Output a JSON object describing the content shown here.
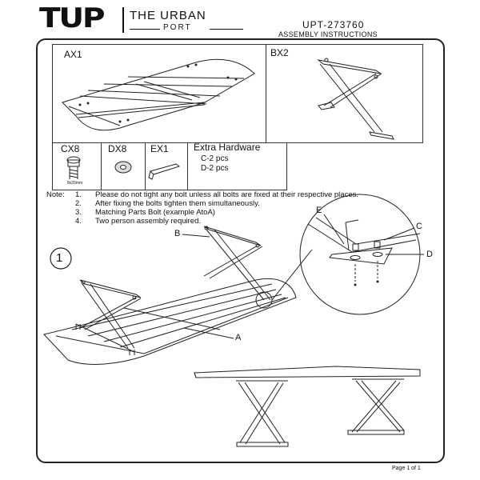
{
  "header": {
    "logo_mark": "TUP",
    "brand_line1": "THE URBAN",
    "brand_line2": "PORT",
    "doc_code": "UPT-273760",
    "doc_subtitle": "ASSEMBLY INSTRUCTIONS"
  },
  "parts": {
    "ax1": "AX1",
    "bx2": "BX2",
    "cx8": "CX8",
    "cx8_size": "8x20mm",
    "dx8": "DX8",
    "ex1": "EX1",
    "extra_title": "Extra Hardware",
    "extra_c": "C-2 pcs",
    "extra_d": "D-2 pcs"
  },
  "notes": {
    "label": "Note:",
    "items": [
      {
        "num": "1.",
        "text": "Please do not tight any bolt unless all bolts are fixed at their respective places."
      },
      {
        "num": "2.",
        "text": "After fixing the bolts tighten them simultaneously."
      },
      {
        "num": "3.",
        "text": "Matching Parts Bolt (example AtoA)"
      },
      {
        "num": "4.",
        "text": "Two person assembly required."
      }
    ]
  },
  "step": {
    "number": "1",
    "callout_a": "A",
    "callout_b": "B",
    "callout_c": "C",
    "callout_d": "D",
    "callout_e": "E"
  },
  "footer": {
    "page": "Page 1 of 1"
  }
}
